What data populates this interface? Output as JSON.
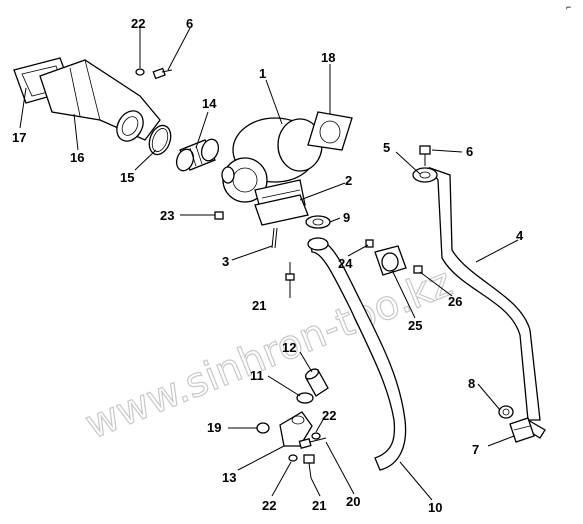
{
  "watermark": "www.sinhron-too.kz",
  "corner_mark": "⌐",
  "callouts": [
    "1",
    "2",
    "3",
    "4",
    "5",
    "6",
    "6",
    "7",
    "8",
    "9",
    "10",
    "11",
    "12",
    "13",
    "14",
    "15",
    "16",
    "17",
    "18",
    "19",
    "20",
    "21",
    "21",
    "22",
    "22",
    "22",
    "23",
    "24",
    "25",
    "26"
  ]
}
